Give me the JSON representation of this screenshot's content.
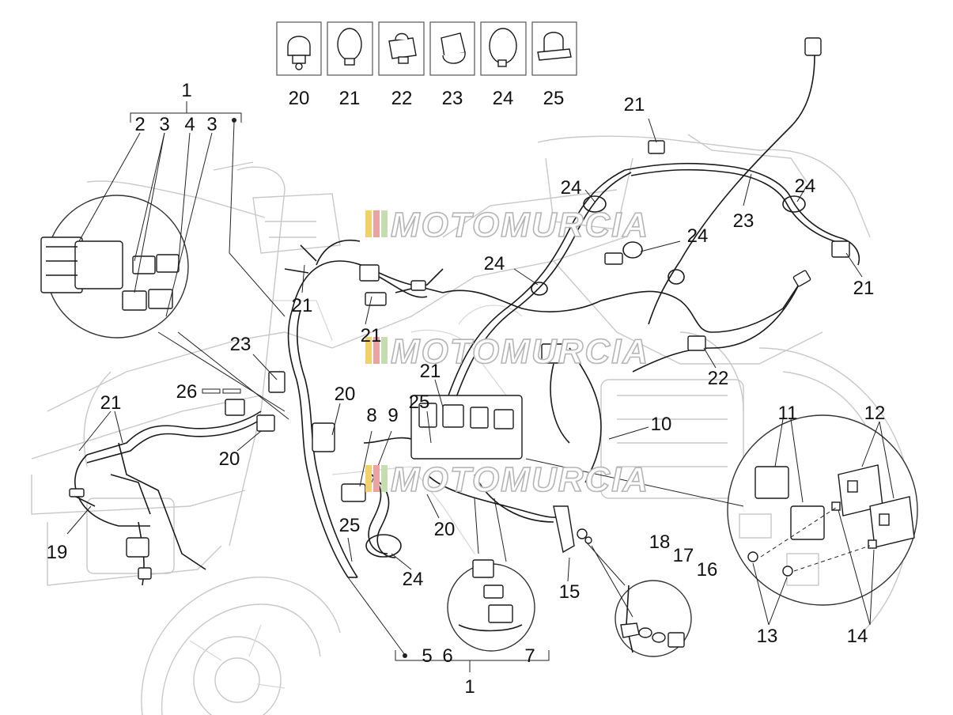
{
  "diagram": {
    "legend_parts": [
      "20",
      "21",
      "22",
      "23",
      "24",
      "25"
    ],
    "labels": {
      "l1_top": "1",
      "l2": "2",
      "l3_a": "3",
      "l4": "4",
      "l3_b": "3",
      "l21_a": "21",
      "l21_b": "21",
      "l21_c": "21",
      "l21_d": "21",
      "l21_e": "21",
      "l21_f": "21",
      "l23_a": "23",
      "l23_b": "23",
      "l24_a": "24",
      "l24_b": "24",
      "l24_c": "24",
      "l24_d": "24",
      "l24_e": "24",
      "l26": "26",
      "l20_a": "20",
      "l20_b": "20",
      "l20_c": "20",
      "l8": "8",
      "l9": "9",
      "l25_a": "25",
      "l25_b": "25",
      "l22": "22",
      "l10": "10",
      "l11": "11",
      "l12": "12",
      "l13": "13",
      "l14": "14",
      "l15": "15",
      "l16": "16",
      "l17": "17",
      "l18": "18",
      "l19": "19",
      "l5": "5",
      "l6": "6",
      "l7": "7",
      "l1_bottom": "1"
    },
    "watermark": "MOTOMURCIA",
    "colors": {
      "line": "#1a1a1a",
      "ghost": "#c8c8c8",
      "watermark_stripe_1": "#f2d06b",
      "watermark_stripe_2": "#e9a3a3",
      "watermark_stripe_3": "#c5ddb0"
    }
  }
}
